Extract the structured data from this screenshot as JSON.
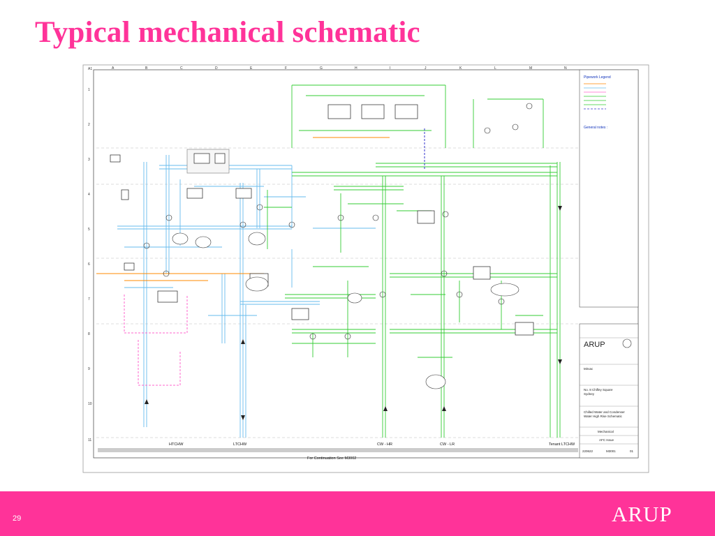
{
  "slide": {
    "title": "Typical mechanical schematic",
    "page_number": "29",
    "footer_logo": "ARUP"
  },
  "colors": {
    "accent": "#ff3399",
    "pipe_green": "#33cc33",
    "pipe_blue": "#66bbee",
    "pipe_orange": "#ff8800",
    "pipe_magenta": "#ff66cc",
    "pipe_navy": "#3333cc"
  },
  "drawing": {
    "sheet_ref": "A1",
    "grid_columns": [
      "A",
      "B",
      "C",
      "D",
      "E",
      "F",
      "G",
      "H",
      "I",
      "J",
      "K",
      "L",
      "M",
      "N"
    ],
    "grid_rows": [
      "1",
      "2",
      "3",
      "4",
      "5",
      "6",
      "7",
      "8",
      "9",
      "10",
      "11"
    ],
    "legend_title": "Pipework Legend",
    "general_notes_title": "General notes :",
    "pipe_labels": {
      "htchw": "HTCHW",
      "ltchw": "LTCHW",
      "cw_hr": "CW - HR",
      "cw_lr": "CW - LR",
      "tenant": "Tenant LTCHW"
    },
    "continuation_note": "For Continuation See M3002",
    "title_block": {
      "logo": "ARUP",
      "client": "Mirvac",
      "job_title": "No. 8 Chifley Square",
      "job_subtitle": "Sydney",
      "drawing_title_line1": "Chilled Water and Condenser",
      "drawing_title_line2": "Water High Rise Schematic",
      "discipline": "Mechanical",
      "status": "AFC Issue",
      "job_number": "220622",
      "drawing_number": "M3001",
      "revision": "01"
    }
  }
}
